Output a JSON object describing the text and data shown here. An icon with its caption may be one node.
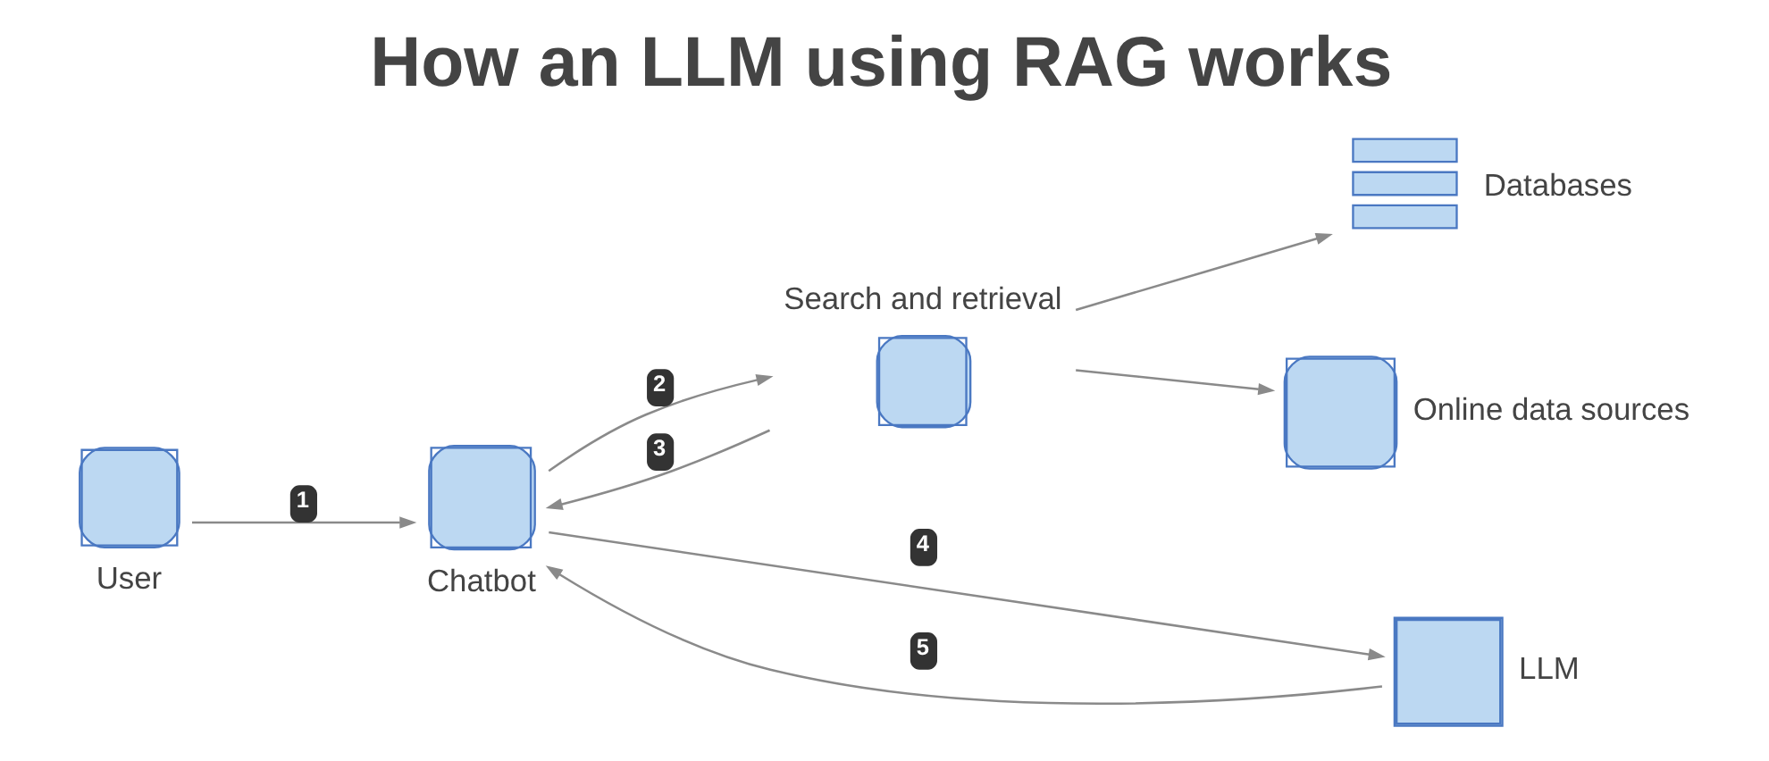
{
  "diagram": {
    "title": "How an LLM using RAG works",
    "nodes": [
      {
        "text": [
          "User"
        ]
      },
      {
        "text": [
          "Chatbot"
        ]
      },
      {
        "text": [
          "Search and retrieval"
        ]
      },
      {
        "text": [
          "Databases"
        ]
      },
      {
        "text": [
          "Online data sources"
        ]
      },
      {
        "text": [
          "LLM"
        ]
      }
    ],
    "edges": [
      {
        "from": 0,
        "to": 1,
        "arrow": "to",
        "label": "1"
      },
      {
        "from": 1,
        "to": 2,
        "arrow": "to",
        "label": "2"
      },
      {
        "from": 2,
        "to": 3,
        "arrow": "to"
      },
      {
        "from": 2,
        "to": 4,
        "arrow": "to"
      },
      {
        "from": 2,
        "to": 1,
        "arrow": "to",
        "label": "3"
      },
      {
        "from": 1,
        "to": 5,
        "arrow": "to",
        "label": "4"
      },
      {
        "from": 5,
        "to": 1,
        "arrow": "to",
        "label": "5"
      }
    ]
  }
}
